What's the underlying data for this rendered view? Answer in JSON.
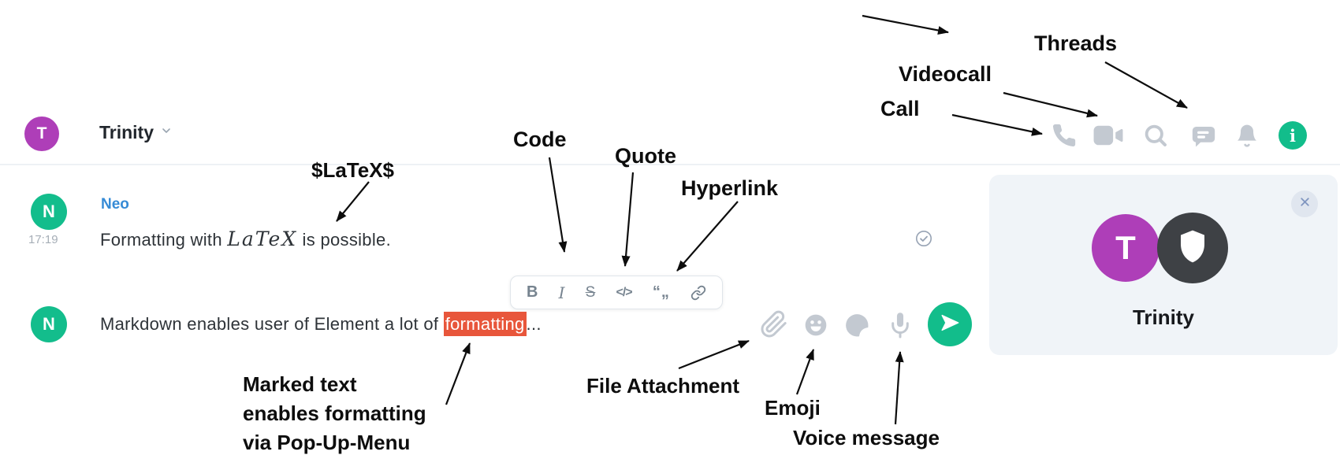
{
  "header": {
    "room_name": "Trinity",
    "room_avatar_letter": "T",
    "info_glyph": "i",
    "icons": [
      "phone-icon",
      "video-icon",
      "search-icon",
      "threads-icon",
      "bell-icon",
      "info-icon"
    ]
  },
  "timeline": {
    "message1": {
      "sender": "Neo",
      "time": "17:19",
      "avatar_letter": "N",
      "text_before": "Formatting with ",
      "latex_word": "LaTeX",
      "text_after": " is possible."
    },
    "message2": {
      "avatar_letter": "N",
      "text_before": "Markdown enables user of Element a lot of ",
      "selected_word": "formatting",
      "text_after": "..."
    }
  },
  "format_menu": {
    "bold_label": "B",
    "italic_label": "I",
    "strikethrough_label": "S",
    "code_label": "</>",
    "quote_label": "“„"
  },
  "composer_icons": [
    "paperclip-icon",
    "emoji-icon",
    "sticker-icon",
    "microphone-icon",
    "send-icon"
  ],
  "member_panel": {
    "name": "Trinity",
    "avatar_letter": "T"
  },
  "annotations": {
    "threads": "Threads",
    "videocall": "Videocall",
    "call": "Call",
    "latex": "$LaTeX$",
    "code": "Code",
    "quote": "Quote",
    "hyperlink": "Hyperlink",
    "marked": [
      "Marked text",
      "enables formatting",
      "via Pop-Up-Menu"
    ],
    "file_attachment": "File Attachment",
    "emoji": "Emoji",
    "voice_message": "Voice message"
  },
  "colors": {
    "accent_green": "#12BD8B",
    "avatar_purple": "#AE3EB8",
    "username_blue": "#368BD6",
    "selection_orange": "#E8563B",
    "icon_gray_light": "#C3C9D1",
    "toolbar_icon_gray": "#76838F",
    "panel_bg": "#F0F4F8",
    "annotation_black": "#0D0D0D"
  }
}
